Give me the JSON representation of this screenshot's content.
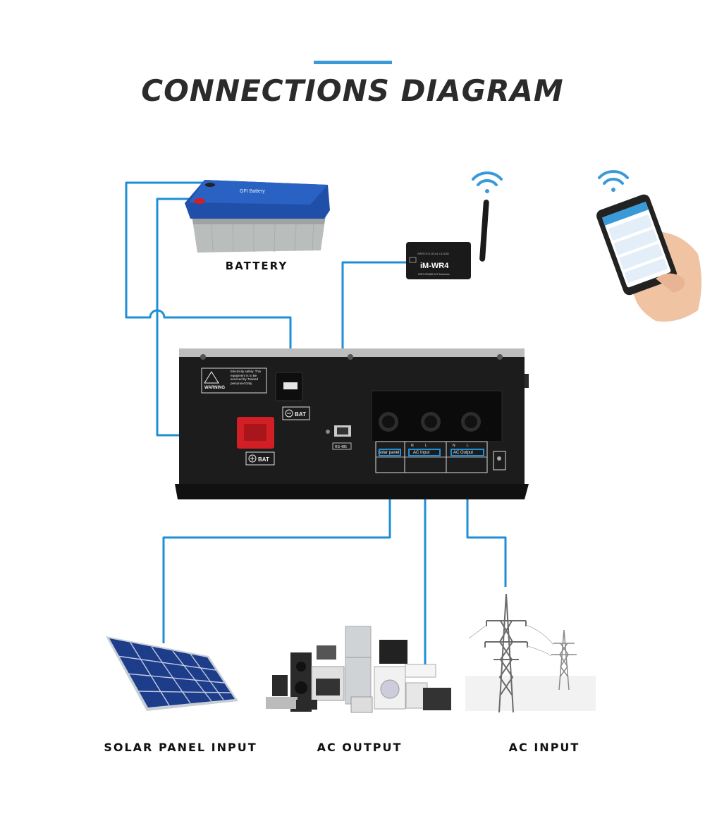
{
  "header": {
    "title": "CONNECTIONS DIAGRAM",
    "accent_color": "#3a9ad9"
  },
  "components": {
    "battery": {
      "label": "BATTERY",
      "brand_text": "GFI Battery",
      "icon": "battery-icon"
    },
    "wifi_module": {
      "model": "iM-WR4",
      "subtitle": "WiFi-RS485 IoT Modules",
      "switch_text": "SWITCH  LOCAL  CLOUD",
      "icon": "wifi-module-icon"
    },
    "phone": {
      "icon": "smartphone-icon"
    },
    "inverter": {
      "warning_text": "Electricity safety. This equipment is to Be serviced by Trained personnel Only.",
      "warning_label": "WARNING",
      "bat_neg_label": "BAT",
      "bat_pos_label": "BAT",
      "rs485_label": "RS-485",
      "terminals": {
        "solar": "Solar panel",
        "ac_input": "AC Input",
        "ac_output": "AC Output",
        "n": "N",
        "l": "L"
      }
    },
    "solar_panel": {
      "label": "SOLAR PANEL INPUT",
      "icon": "solar-panel-icon"
    },
    "appliances": {
      "label": "AC OUTPUT",
      "icon": "appliances-icon"
    },
    "power_grid": {
      "label": "AC INPUT",
      "icon": "power-tower-icon"
    }
  },
  "colors": {
    "wire": "#1e8fd6",
    "inverter_body": "#1c1c1c",
    "battery_top": "#1f4fa8",
    "red_terminal": "#d21f26"
  }
}
